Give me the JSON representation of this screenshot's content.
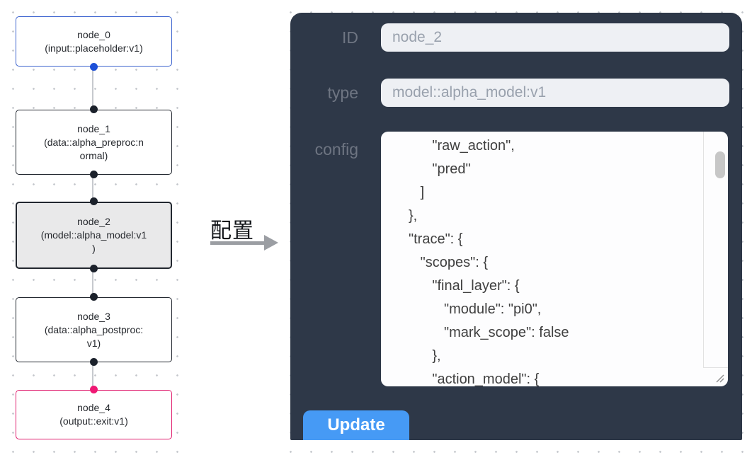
{
  "colors": {
    "panel_bg": "#2e3848",
    "field_bg": "#eef0f4",
    "label_gray": "#6e7582",
    "value_gray": "#99a1ad",
    "button_blue": "#469af5",
    "node_blue_border": "#3d64cf",
    "port_blue": "#1d50d8",
    "node_dark_border": "#22272f",
    "selected_node_bg": "#e9e9ea",
    "node_pink_border": "#e01e6e",
    "port_pink": "#ef1874",
    "edge_gray": "#c6c9ce",
    "config_text": "#404040"
  },
  "flow": {
    "nodes": [
      {
        "line1": "node_0",
        "line2": "(input::placeholder:v1)"
      },
      {
        "line1": "node_1",
        "line2": "(data::alpha_preproc:n",
        "line3": "ormal)"
      },
      {
        "line1": "node_2",
        "line2": "(model::alpha_model:v1",
        "line3": ")"
      },
      {
        "line1": "node_3",
        "line2": "(data::alpha_postproc:",
        "line3": "v1)"
      },
      {
        "line1": "node_4",
        "line2": "(output::exit:v1)"
      }
    ]
  },
  "transition": {
    "label": "配置"
  },
  "panel": {
    "rows": {
      "id": {
        "label": "ID",
        "value": "node_2"
      },
      "type": {
        "label": "type",
        "value": "model::alpha_model:v1"
      },
      "config": {
        "label": "config",
        "value": "      \"raw_action\",\n      \"pred\"\n   ]\n},\n\"trace\": {\n   \"scopes\": {\n      \"final_layer\": {\n         \"module\": \"pi0\",\n         \"mark_scope\": false\n      },\n      \"action_model\": {"
      }
    },
    "update_button": "Update"
  }
}
